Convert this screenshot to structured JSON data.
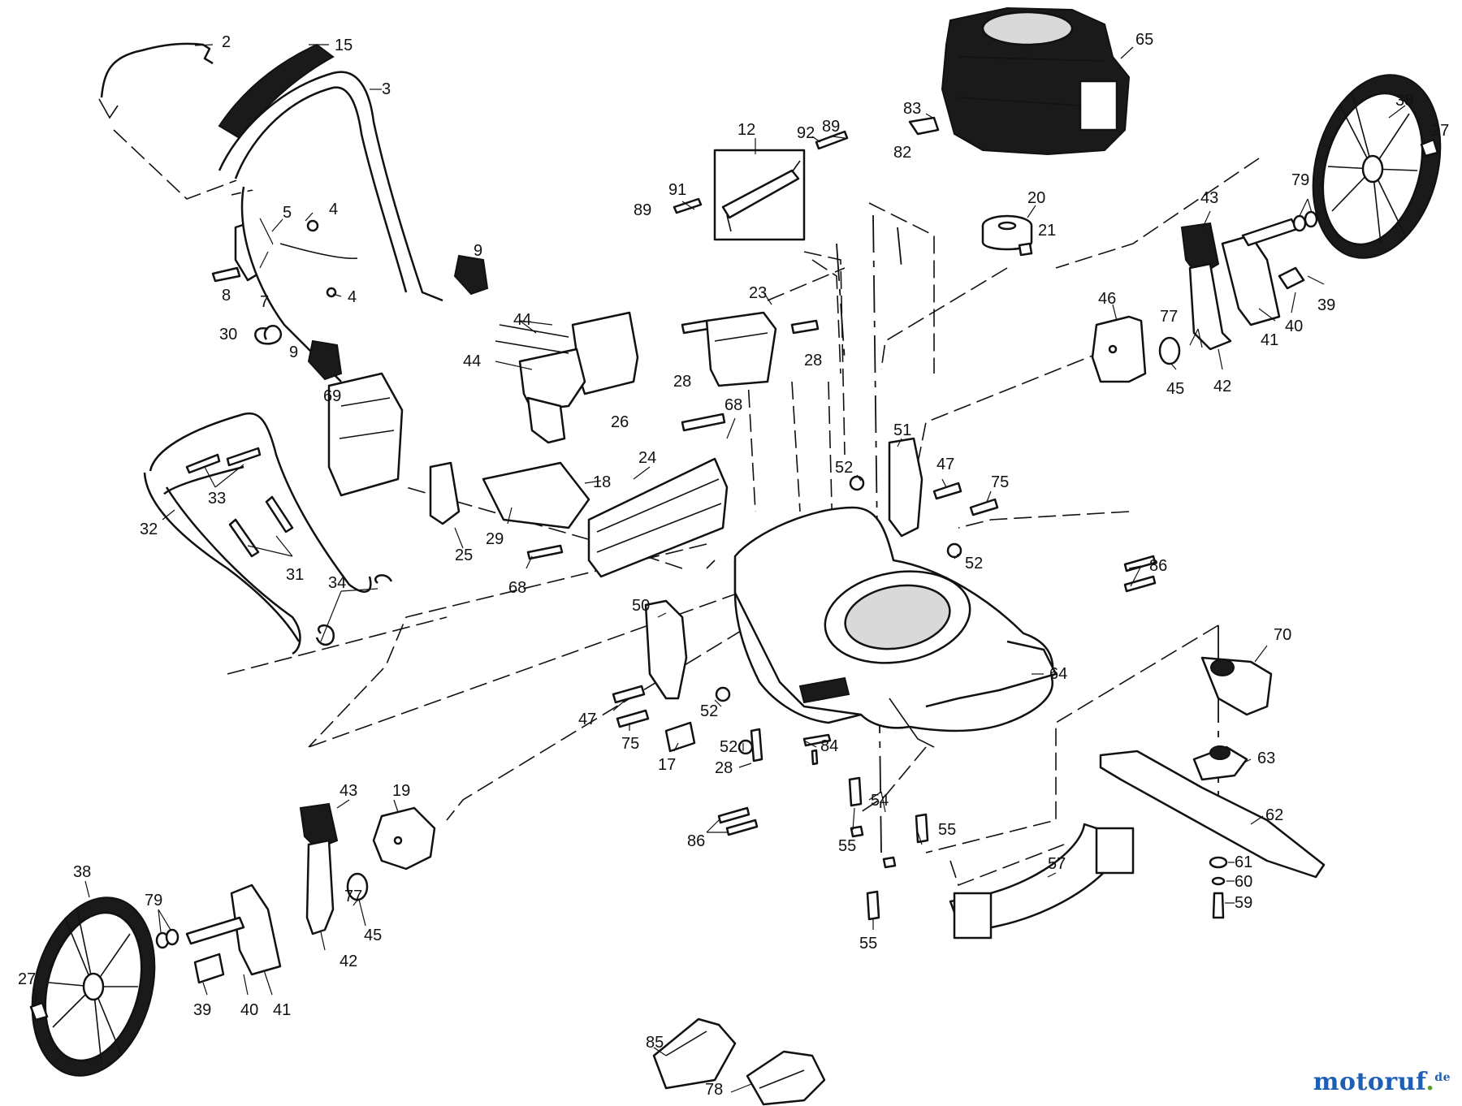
{
  "watermark": {
    "brand_main": "motoruf",
    "brand_dot": ".",
    "brand_tld": "de",
    "color_primary": "#1f5fb3",
    "color_accent": "#5aa02c"
  },
  "callouts": [
    {
      "id": "c2",
      "label": "2"
    },
    {
      "id": "c15",
      "label": "15"
    },
    {
      "id": "c3",
      "label": "3"
    },
    {
      "id": "c5",
      "label": "5"
    },
    {
      "id": "c4a",
      "label": "4"
    },
    {
      "id": "c4b",
      "label": "4"
    },
    {
      "id": "c8",
      "label": "8"
    },
    {
      "id": "c7",
      "label": "7"
    },
    {
      "id": "c9a",
      "label": "9"
    },
    {
      "id": "c9b",
      "label": "9"
    },
    {
      "id": "c30",
      "label": "30"
    },
    {
      "id": "c69",
      "label": "69"
    },
    {
      "id": "c44a",
      "label": "44"
    },
    {
      "id": "c44b",
      "label": "44"
    },
    {
      "id": "c26",
      "label": "26"
    },
    {
      "id": "c12",
      "label": "12"
    },
    {
      "id": "c92",
      "label": "92"
    },
    {
      "id": "c89a",
      "label": "89"
    },
    {
      "id": "c89b",
      "label": "89"
    },
    {
      "id": "c91",
      "label": "91"
    },
    {
      "id": "c23",
      "label": "23"
    },
    {
      "id": "c28a",
      "label": "28"
    },
    {
      "id": "c28b",
      "label": "28"
    },
    {
      "id": "c65",
      "label": "65"
    },
    {
      "id": "c83",
      "label": "83"
    },
    {
      "id": "c82",
      "label": "82"
    },
    {
      "id": "c20",
      "label": "20"
    },
    {
      "id": "c21",
      "label": "21"
    },
    {
      "id": "c38a",
      "label": "38"
    },
    {
      "id": "c27a",
      "label": "27"
    },
    {
      "id": "c43a",
      "label": "43"
    },
    {
      "id": "c79a",
      "label": "79"
    },
    {
      "id": "c39a",
      "label": "39"
    },
    {
      "id": "c40a",
      "label": "40"
    },
    {
      "id": "c41a",
      "label": "41"
    },
    {
      "id": "c46",
      "label": "46"
    },
    {
      "id": "c77a",
      "label": "77"
    },
    {
      "id": "c45a",
      "label": "45"
    },
    {
      "id": "c42a",
      "label": "42"
    },
    {
      "id": "c68a",
      "label": "68"
    },
    {
      "id": "c24",
      "label": "24"
    },
    {
      "id": "c18",
      "label": "18"
    },
    {
      "id": "c29",
      "label": "29"
    },
    {
      "id": "c25",
      "label": "25"
    },
    {
      "id": "c68b",
      "label": "68"
    },
    {
      "id": "c33",
      "label": "33"
    },
    {
      "id": "c32",
      "label": "32"
    },
    {
      "id": "c31",
      "label": "31"
    },
    {
      "id": "c34",
      "label": "34"
    },
    {
      "id": "c51",
      "label": "51"
    },
    {
      "id": "c47a",
      "label": "47"
    },
    {
      "id": "c52a",
      "label": "52"
    },
    {
      "id": "c75a",
      "label": "75"
    },
    {
      "id": "c52b",
      "label": "52"
    },
    {
      "id": "c86a",
      "label": "86"
    },
    {
      "id": "c50",
      "label": "50"
    },
    {
      "id": "c70",
      "label": "70"
    },
    {
      "id": "c64",
      "label": "64"
    },
    {
      "id": "c47b",
      "label": "47"
    },
    {
      "id": "c75b",
      "label": "75"
    },
    {
      "id": "c52c",
      "label": "52"
    },
    {
      "id": "c52d",
      "label": "52"
    },
    {
      "id": "c17",
      "label": "17"
    },
    {
      "id": "c84",
      "label": "84"
    },
    {
      "id": "c28c",
      "label": "28"
    },
    {
      "id": "c63",
      "label": "63"
    },
    {
      "id": "c62",
      "label": "62"
    },
    {
      "id": "c43b",
      "label": "43"
    },
    {
      "id": "c19",
      "label": "19"
    },
    {
      "id": "c54",
      "label": "54"
    },
    {
      "id": "c55a",
      "label": "55"
    },
    {
      "id": "c55b",
      "label": "55"
    },
    {
      "id": "c86b",
      "label": "86"
    },
    {
      "id": "c57",
      "label": "57"
    },
    {
      "id": "c61",
      "label": "61"
    },
    {
      "id": "c60",
      "label": "60"
    },
    {
      "id": "c59",
      "label": "59"
    },
    {
      "id": "c55c",
      "label": "55"
    },
    {
      "id": "c38b",
      "label": "38"
    },
    {
      "id": "c79b",
      "label": "79"
    },
    {
      "id": "c77b",
      "label": "77"
    },
    {
      "id": "c45b",
      "label": "45"
    },
    {
      "id": "c42b",
      "label": "42"
    },
    {
      "id": "c27b",
      "label": "27"
    },
    {
      "id": "c39b",
      "label": "39"
    },
    {
      "id": "c40b",
      "label": "40"
    },
    {
      "id": "c41b",
      "label": "41"
    },
    {
      "id": "c85",
      "label": "85"
    },
    {
      "id": "c78",
      "label": "78"
    }
  ]
}
